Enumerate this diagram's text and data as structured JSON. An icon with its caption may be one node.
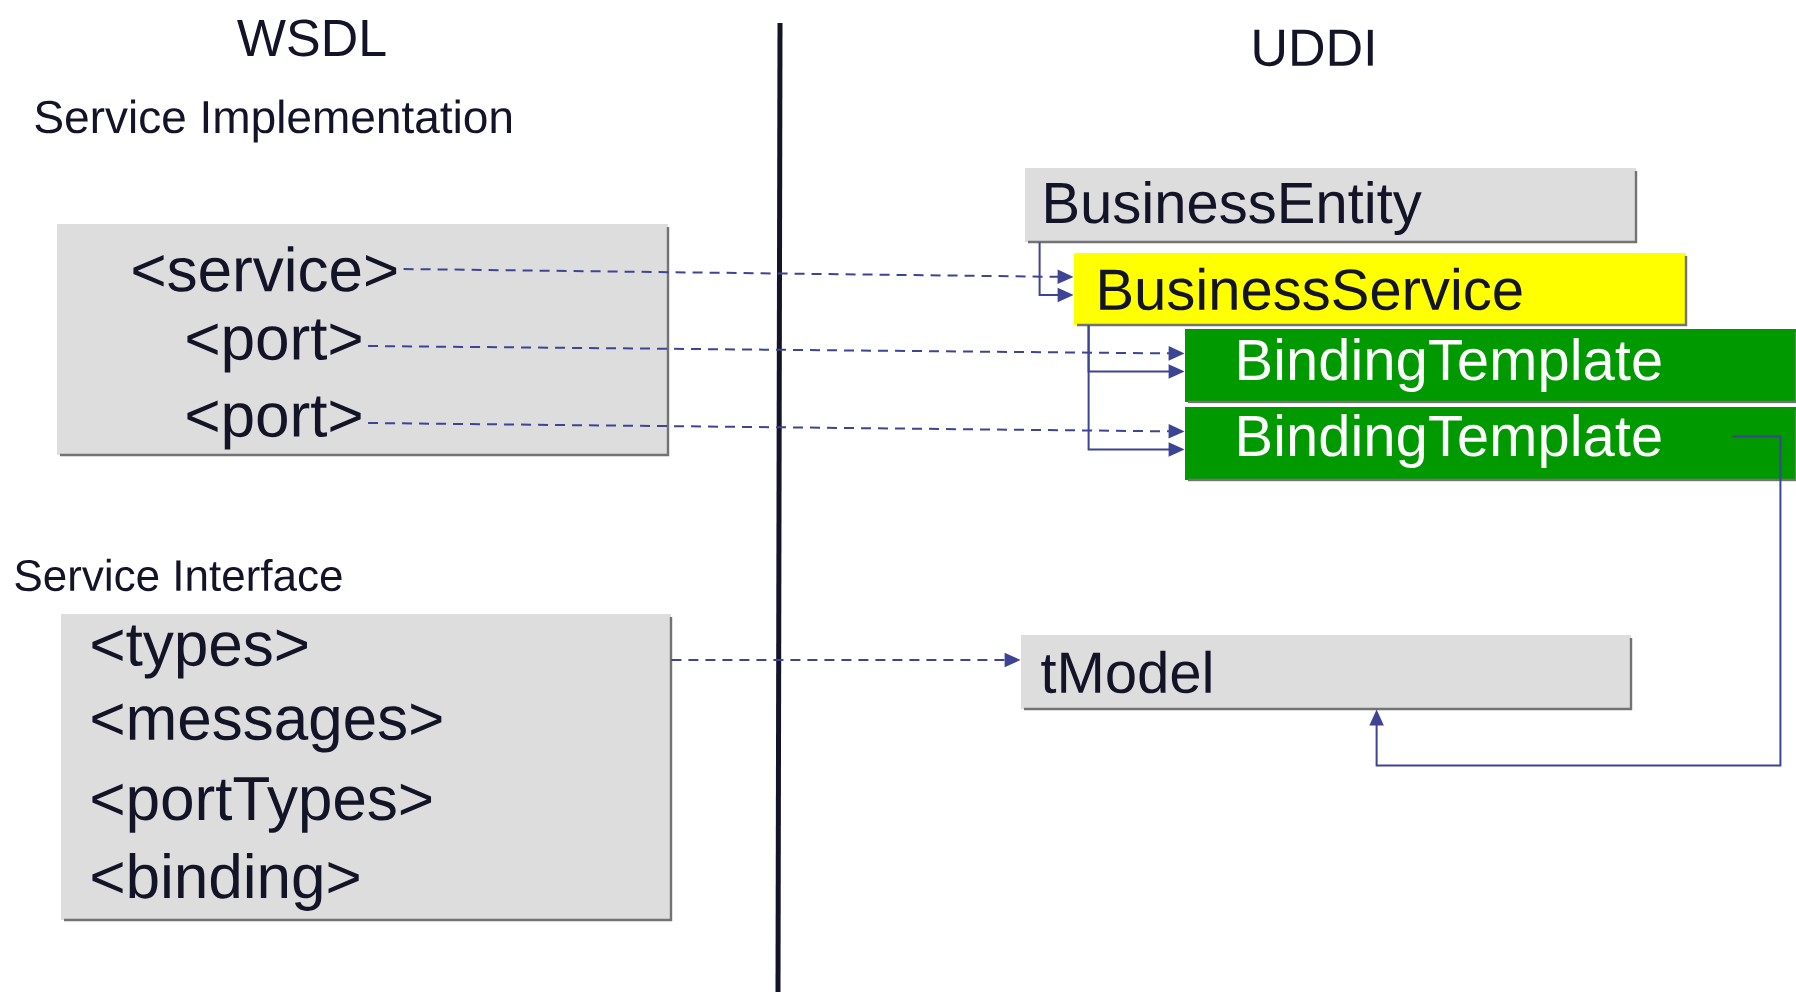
{
  "diagram": {
    "nodes": [
      {
        "text": [
          "Service Implementation"
        ]
      },
      {
        "text": [
          "<service>"
        ],
        "in": 0
      },
      {
        "text": [
          "<port>"
        ],
        "in": 0
      },
      {
        "text": [
          "<port>"
        ],
        "in": 0
      },
      {
        "text": [
          "Service Interface",
          "<types>",
          "<messages>",
          "<portTypes>",
          "<binding>"
        ]
      },
      {
        "text": [
          "BusinessEntity"
        ]
      },
      {
        "text": [
          "BusinessService"
        ]
      },
      {
        "text": [
          "BindingTemplate"
        ]
      },
      {
        "text": [
          "BindingTemplate"
        ]
      },
      {
        "text": [
          "tModel"
        ]
      }
    ],
    "edges": [
      {
        "from": 1,
        "to": 6,
        "arrow": "to",
        "style": "dashed"
      },
      {
        "from": 2,
        "to": 7,
        "arrow": "to",
        "style": "dashed"
      },
      {
        "from": 3,
        "to": 8,
        "arrow": "to",
        "style": "dashed"
      },
      {
        "from": 4,
        "to": 9,
        "arrow": "to",
        "style": "dashed"
      },
      {
        "from": 5,
        "to": 6,
        "arrow": "to"
      },
      {
        "from": 6,
        "to": 7,
        "arrow": "to"
      },
      {
        "from": 6,
        "to": 8,
        "arrow": "to"
      },
      {
        "from": 8,
        "to": 9,
        "arrow": "to"
      }
    ],
    "labels": [
      "WSDL",
      "UDDI"
    ]
  }
}
